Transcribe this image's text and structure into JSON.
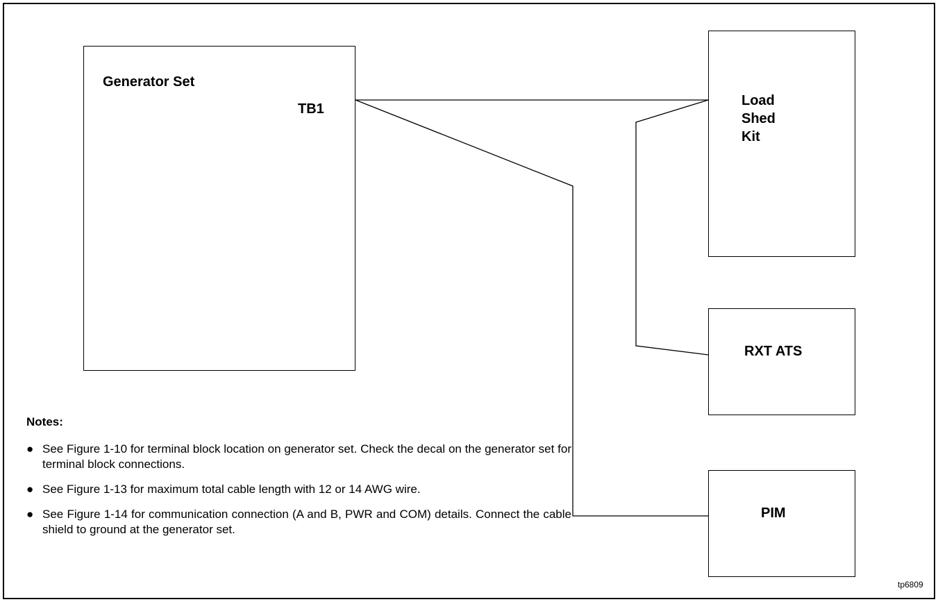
{
  "diagram": {
    "generator": {
      "title": "Generator Set",
      "terminal": "TB1"
    },
    "load_shed": {
      "title": "Load\nShed\nKit"
    },
    "rxt": {
      "title": "RXT ATS"
    },
    "pim": {
      "title": "PIM"
    }
  },
  "notes": {
    "heading": "Notes:",
    "bullet": "●",
    "items": [
      "See Figure 1-10 for terminal block location on generator set.  Check the decal on the generator set for terminal block connections.",
      "See Figure 1-13 for maximum total cable length with 12 or 14 AWG wire.",
      "See Figure 1-14 for communication connection (A and B, PWR and COM) details.  Connect the cable shield to ground at the generator set."
    ]
  },
  "figure_id": "tp6809"
}
